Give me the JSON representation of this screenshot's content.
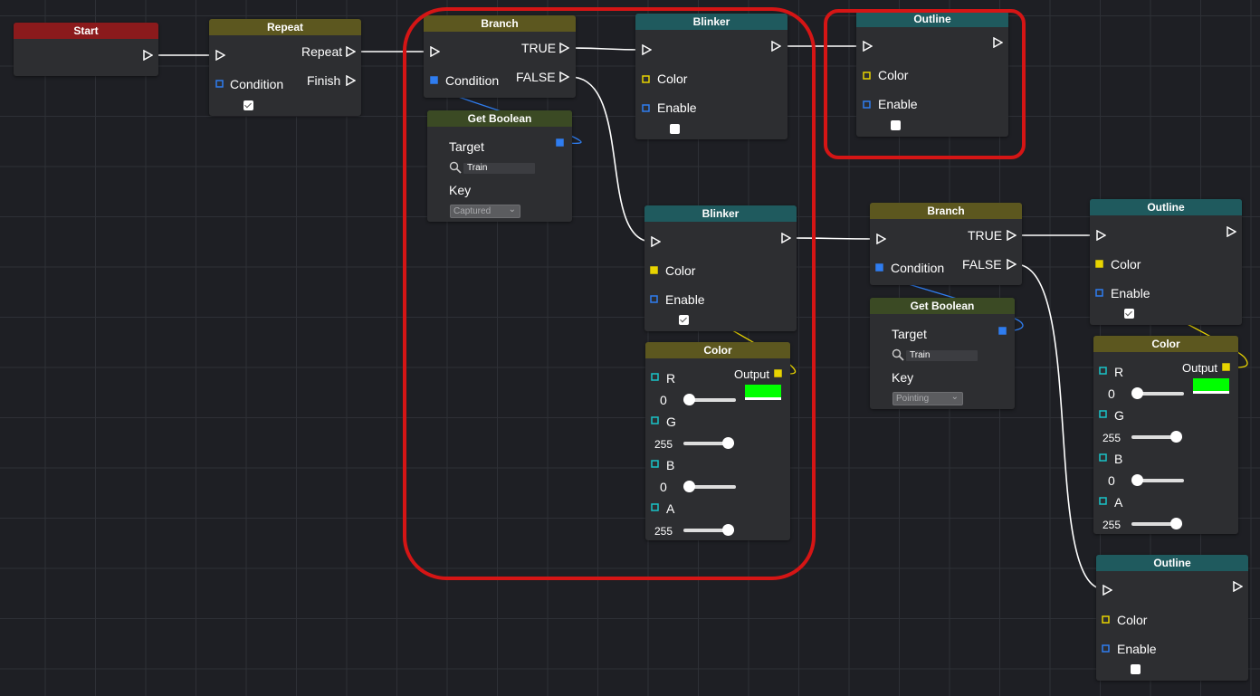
{
  "nodes": {
    "start": {
      "title": "Start"
    },
    "repeat": {
      "title": "Repeat",
      "out_repeat": "Repeat",
      "out_finish": "Finish",
      "condition": "Condition"
    },
    "branch1": {
      "title": "Branch",
      "true": "TRUE",
      "false": "FALSE",
      "condition": "Condition"
    },
    "getbool1": {
      "title": "Get Boolean",
      "target": "Target",
      "target_value": "Train",
      "key": "Key",
      "key_value": "Captured"
    },
    "blinker1": {
      "title": "Blinker",
      "color": "Color",
      "enable": "Enable"
    },
    "outline1": {
      "title": "Outline",
      "color": "Color",
      "enable": "Enable"
    },
    "blinker2": {
      "title": "Blinker",
      "color": "Color",
      "enable": "Enable"
    },
    "color1": {
      "title": "Color",
      "output": "Output",
      "r": "R",
      "r_val": "0",
      "g": "G",
      "g_val": "255",
      "b": "B",
      "b_val": "0",
      "a": "A",
      "a_val": "255"
    },
    "branch2": {
      "title": "Branch",
      "true": "TRUE",
      "false": "FALSE",
      "condition": "Condition"
    },
    "getbool2": {
      "title": "Get Boolean",
      "target": "Target",
      "target_value": "Train",
      "key": "Key",
      "key_value": "Pointing"
    },
    "outline2": {
      "title": "Outline",
      "color": "Color",
      "enable": "Enable"
    },
    "color2": {
      "title": "Color",
      "output": "Output",
      "r": "R",
      "r_val": "0",
      "g": "G",
      "g_val": "255",
      "b": "B",
      "b_val": "0",
      "a": "A",
      "a_val": "255"
    },
    "outline3": {
      "title": "Outline",
      "color": "Color",
      "enable": "Enable"
    }
  },
  "colors": {
    "bool_pin": "#2f7df0",
    "color_pin": "#e8d400",
    "float_pin": "#19c3c8",
    "highlight": "#d51515",
    "swatch": "#00ff00"
  }
}
